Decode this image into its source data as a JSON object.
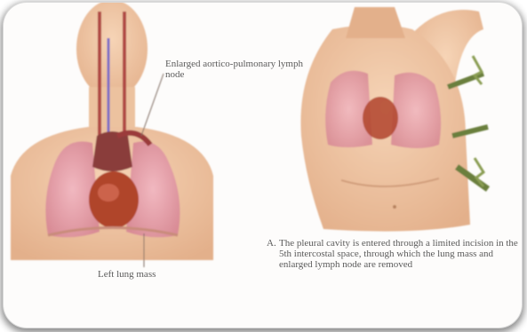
{
  "labels": {
    "enlarged_node": "Enlarged aortico-pulmonary lymph node",
    "left_lung_mass": "Left lung mass",
    "caption_letter": "A.",
    "caption_text": "The pleural cavity is entered through a limited incision in the 5th intercostal space, through which the lung mass and enlarged lymph node are removed"
  },
  "colors": {
    "skin": "#f0c8a4",
    "lung": "#e7a6ad",
    "heart": "#b0442c",
    "vessel": "#9b3a3a",
    "frame_shadow": "#555555"
  }
}
